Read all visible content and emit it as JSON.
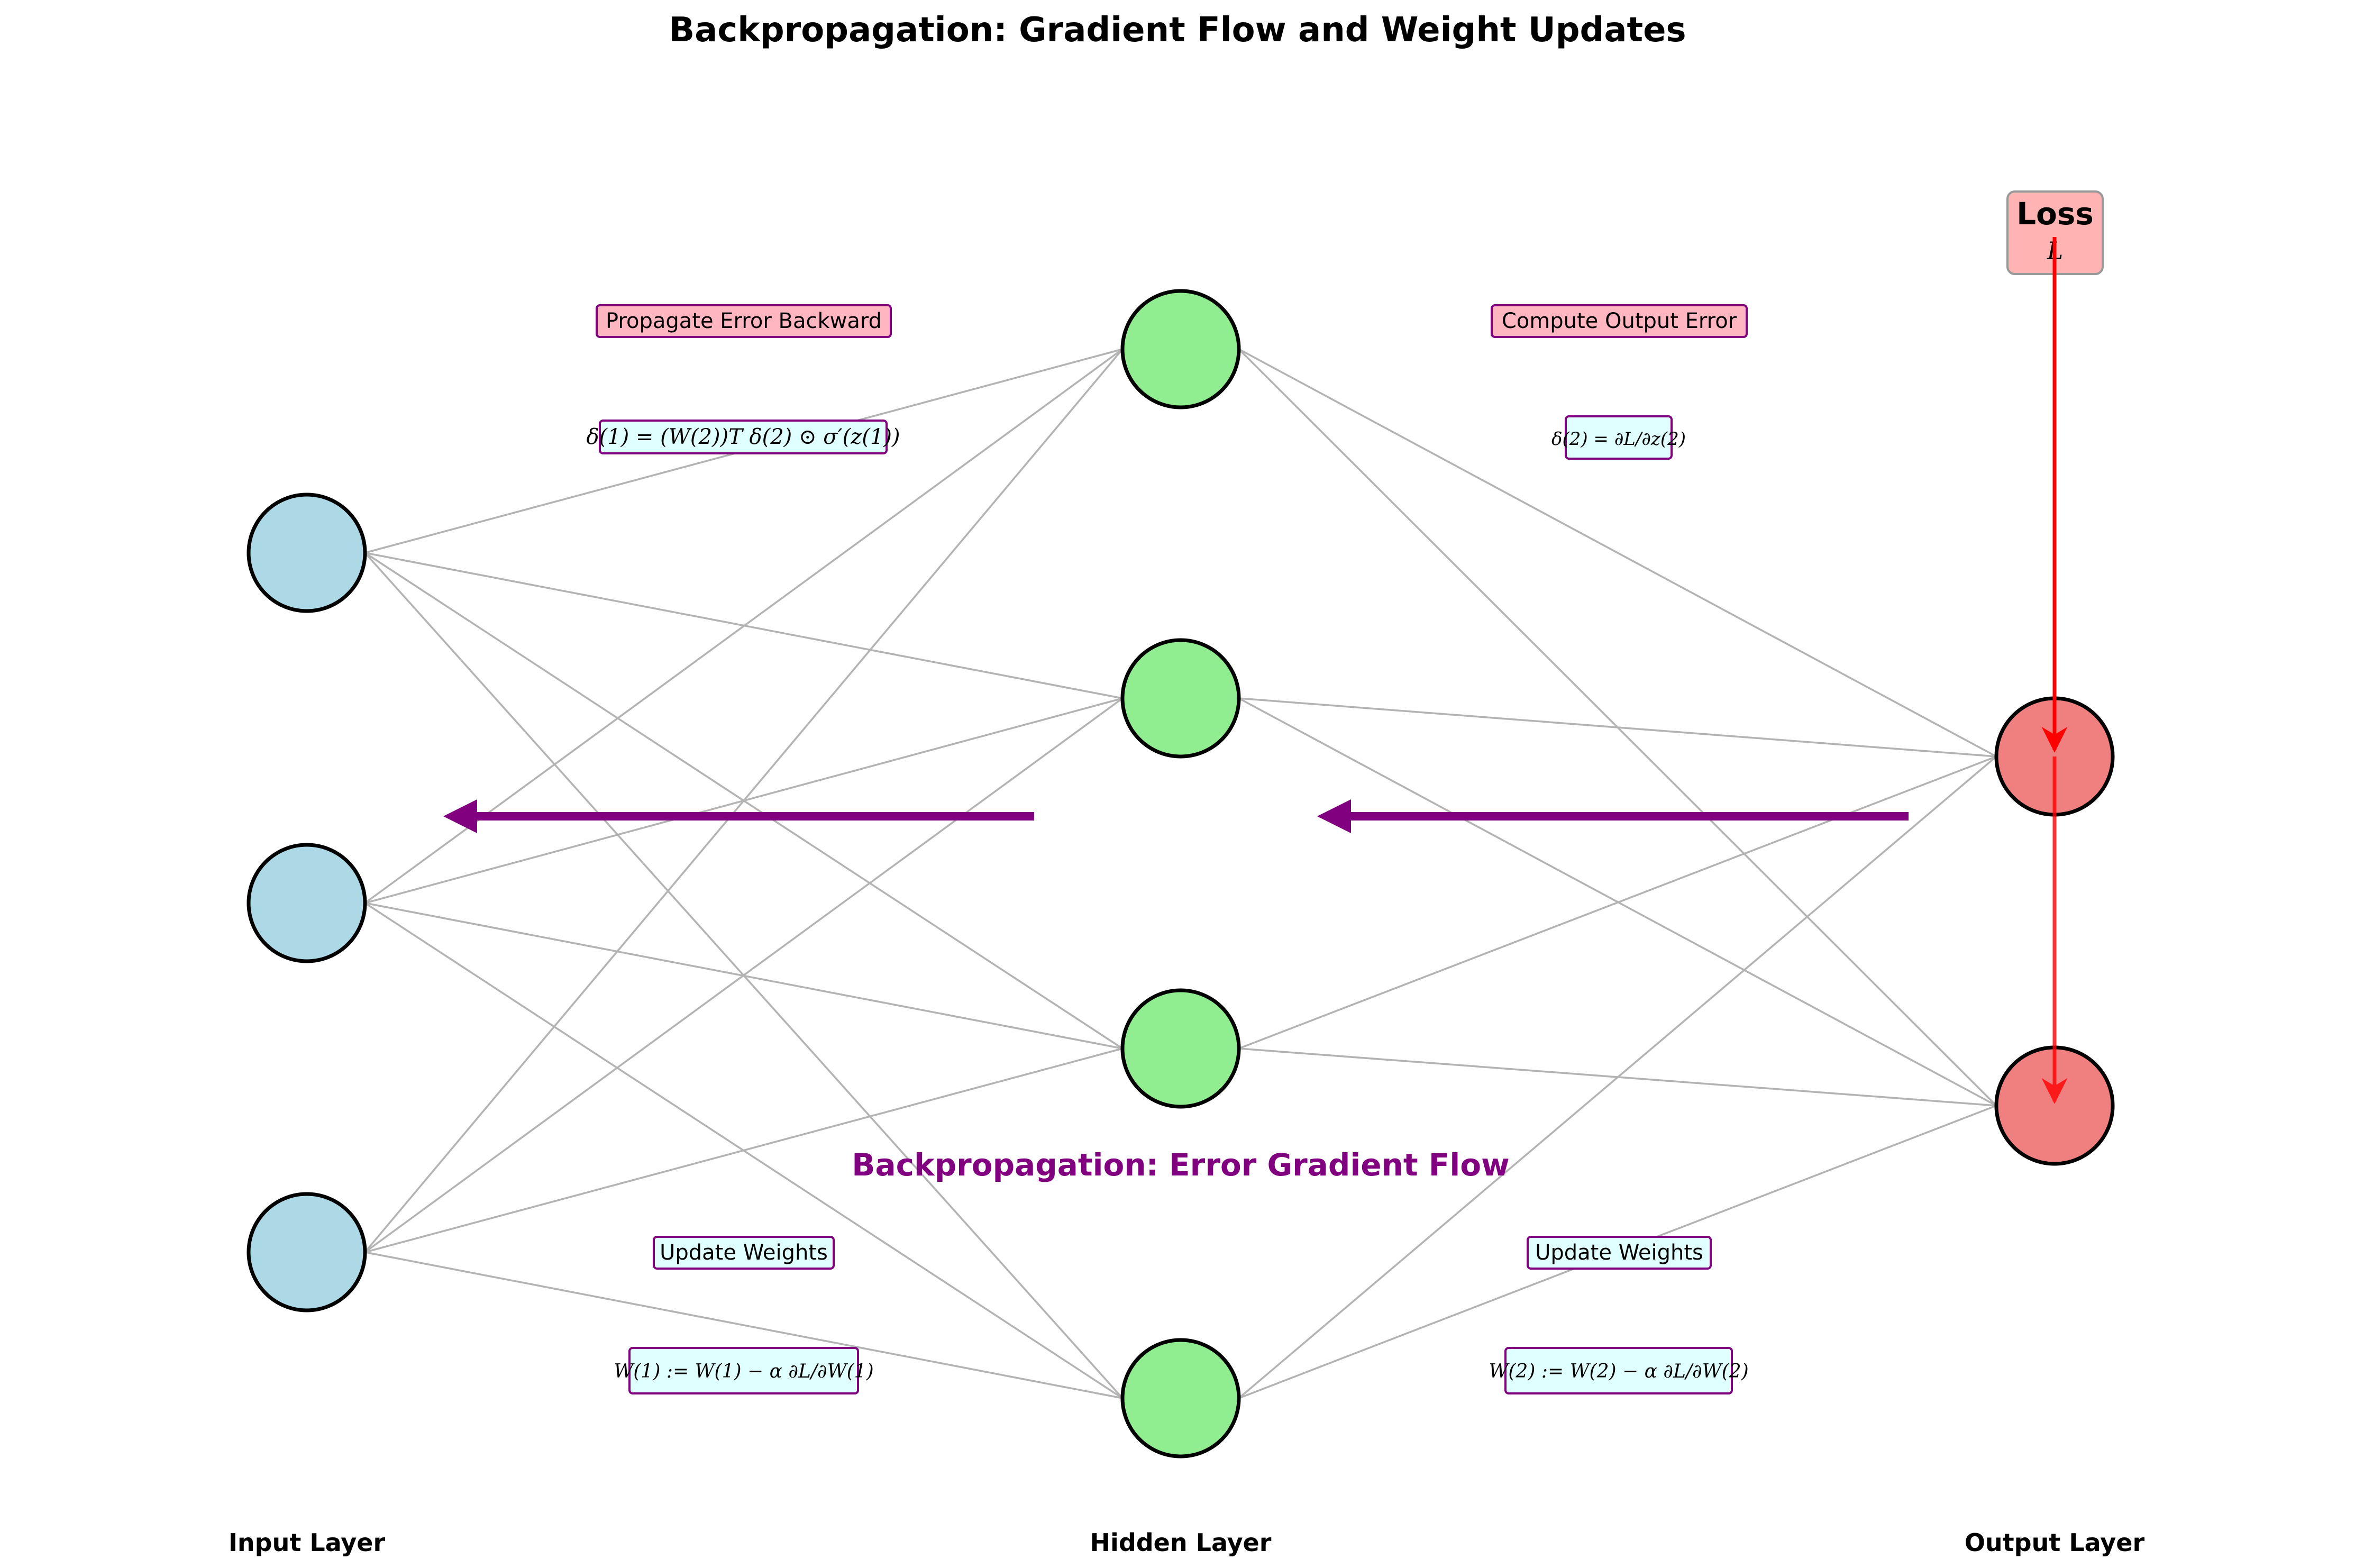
{
  "title": "Backpropagation: Gradient Flow and Weight Updates",
  "layers": {
    "input": "Input Layer",
    "hidden": "Hidden Layer",
    "output": "Output Layer"
  },
  "flow_label": "Backpropagation: Error Gradient Flow",
  "loss": {
    "label": "Loss",
    "symbol": "L"
  },
  "annotations": {
    "propagate": "Propagate Error Backward",
    "compute_output": "Compute Output Error",
    "update_left": "Update Weights",
    "update_right": "Update Weights"
  },
  "formulas": {
    "delta1": "δ(1) = (W(2))T δ(2) ⊙ σ′(z(1))",
    "delta2": "δ(2) = ∂L/∂z(2)",
    "w1_update": "W(1) := W(1) − α ∂L/∂W(1)",
    "w2_update": "W(2) := W(2) − α ∂L/∂W(2)"
  },
  "colors": {
    "input_node": "#ADD8E6",
    "hidden_node": "#90EE90",
    "output_node": "#F08080",
    "connection": "#B3B3B3",
    "flow_arrow": "#800080",
    "loss_arrow": "#FF0000",
    "loss_box": "#FFB3B3",
    "label_box_pink": "#FFB6C1",
    "label_box_cyan": "#E0FFFF"
  },
  "network": {
    "input_nodes": 3,
    "hidden_nodes": 4,
    "output_nodes": 2
  }
}
